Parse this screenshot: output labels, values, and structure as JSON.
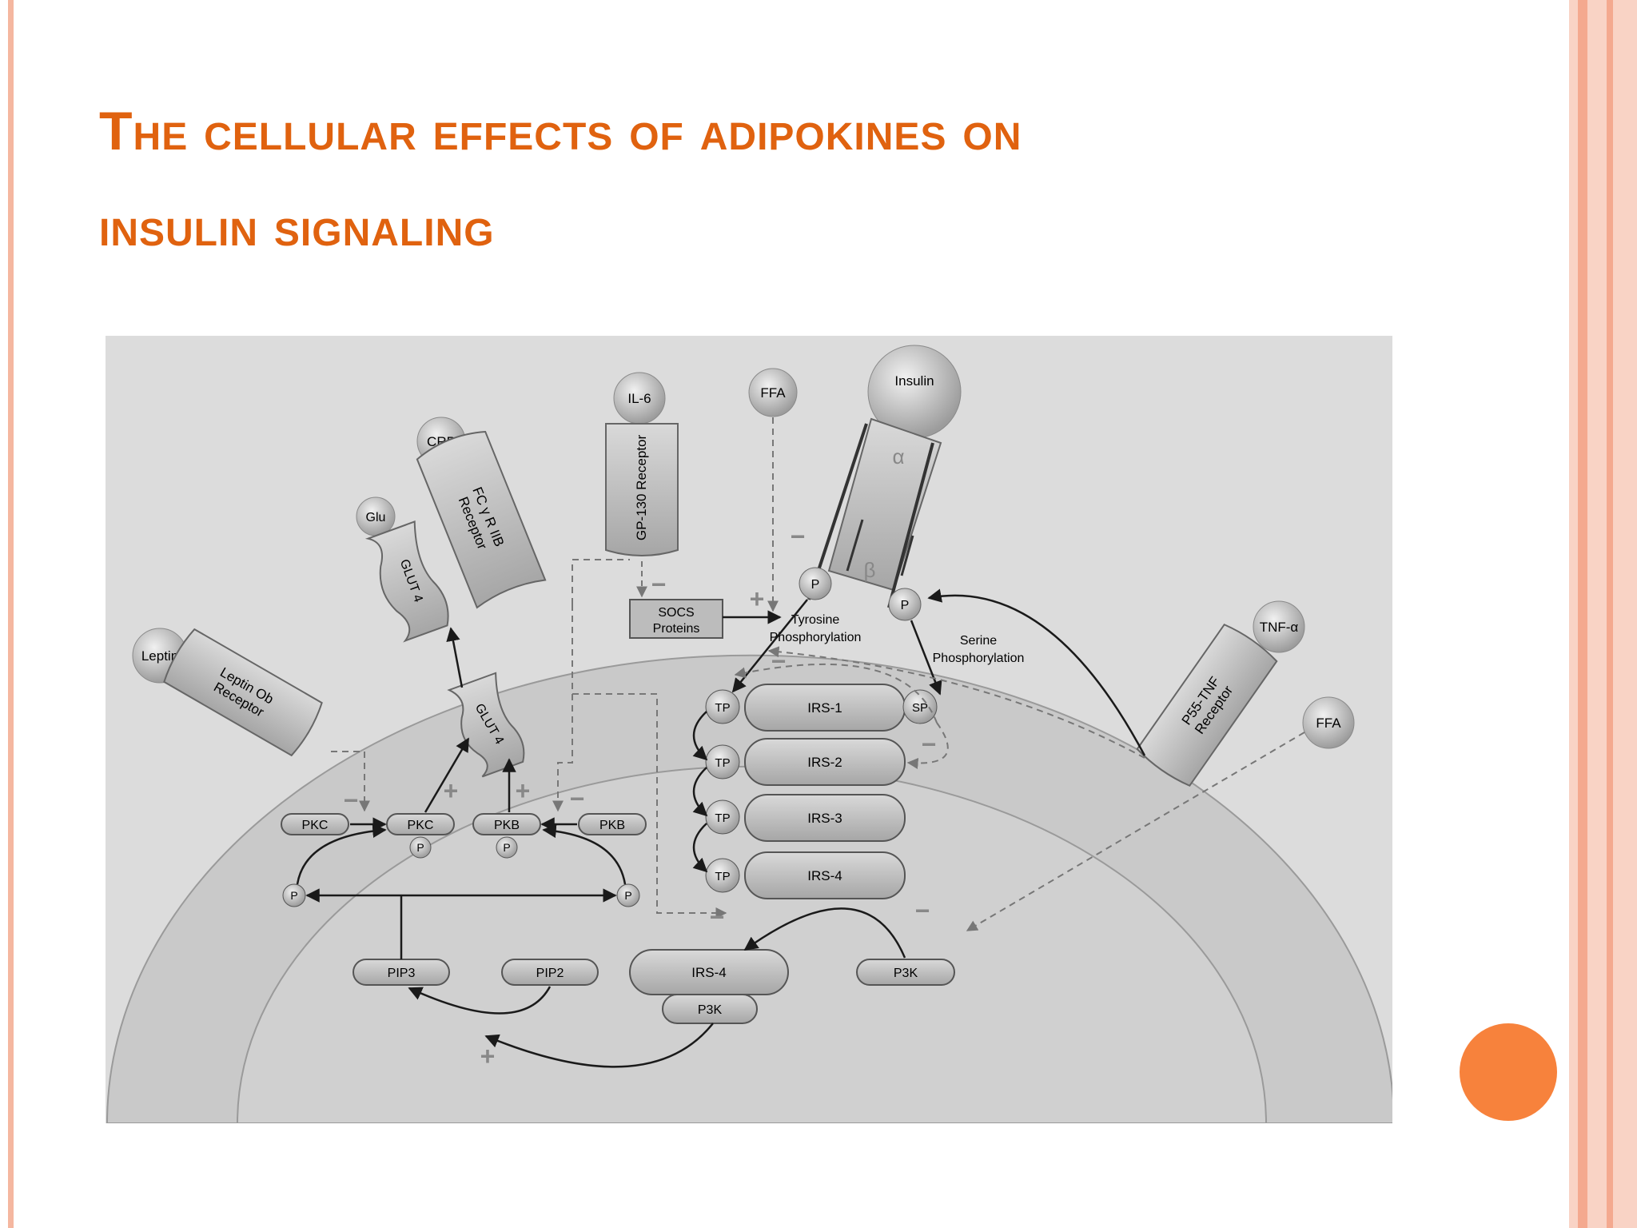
{
  "slide": {
    "title_line1": "The cellular effects of adipokines on",
    "title_line2": "insulin signaling"
  },
  "colors": {
    "title": "#e0620f",
    "accent_circle": "#f7823c",
    "frame_left": "#f5b7a0",
    "frame_right_a": "#f9d3c5",
    "frame_right_b": "#f4a98f",
    "cell": "#c8c8c8",
    "cell_inner": "#cfcfcf",
    "node": "#b4b4b4"
  },
  "diagram": {
    "ligands": {
      "il6": "IL-6",
      "ffa_top": "FFA",
      "insulin": "Insulin",
      "crp": "CRP",
      "glu": "Glu",
      "leptin": "Leptin",
      "tnf": "TNF-α",
      "ffa_right": "FFA"
    },
    "receptors": {
      "gp130": "GP-130 Receptor",
      "fc_line1": "FC γ R IIB",
      "fc_line2": "Receptor",
      "glut4_top": "GLUT 4",
      "glut4_mid": "GLUT 4",
      "leptin_line1": "Leptin Ob",
      "leptin_line2": "Receptor",
      "p55_line1": "P55-TNF",
      "p55_line2": "Receptor",
      "alpha": "α",
      "beta": "β"
    },
    "socs_line1": "SOCS",
    "socs_line2": "Proteins",
    "tyrosine_line1": "Tyrosine",
    "tyrosine_line2": "Phosphorylation",
    "serine_line1": "Serine",
    "serine_line2": "Phosphorylation",
    "phospho": "P",
    "irs": [
      "IRS-1",
      "IRS-2",
      "IRS-3",
      "IRS-4"
    ],
    "tp": "TP",
    "sp": "SP",
    "kinases": {
      "pkc_left": "PKC",
      "pkc_p": "PKC",
      "pkb_p": "PKB",
      "pkb_right": "PKB"
    },
    "pip3": "PIP3",
    "pip2": "PIP2",
    "irs4_complex": "IRS-4",
    "p3k_complex": "P3K",
    "p3k_free": "P3K",
    "plus": "+",
    "minus": "−"
  }
}
